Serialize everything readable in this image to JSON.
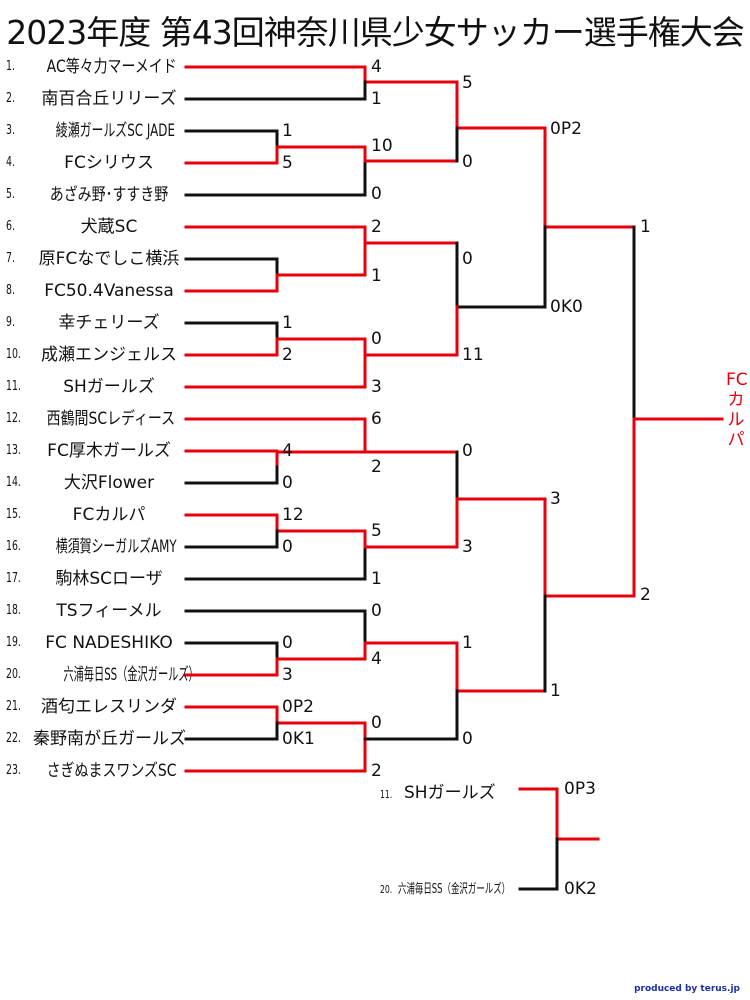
{
  "title": "2023年度 第43回神奈川県少女サッカー選手権大会",
  "teams": [
    {
      "no": "1.",
      "name": "AC等々力マーメイド"
    },
    {
      "no": "2.",
      "name": "南百合丘リリーズ"
    },
    {
      "no": "3.",
      "name": "綾瀬ガールズSC JADE"
    },
    {
      "no": "4.",
      "name": "FCシリウス"
    },
    {
      "no": "5.",
      "name": "あざみ野･すすき野"
    },
    {
      "no": "6.",
      "name": "犬蔵SC"
    },
    {
      "no": "7.",
      "name": "原FCなでしこ横浜"
    },
    {
      "no": "8.",
      "name": "FC50.4Vanessa"
    },
    {
      "no": "9.",
      "name": "幸チェリーズ"
    },
    {
      "no": "10.",
      "name": "成瀬エンジェルス"
    },
    {
      "no": "11.",
      "name": "SHガールズ"
    },
    {
      "no": "12.",
      "name": "西鶴間SCレディース"
    },
    {
      "no": "13.",
      "name": "FC厚木ガールズ"
    },
    {
      "no": "14.",
      "name": "大沢Flower"
    },
    {
      "no": "15.",
      "name": "FCカルパ"
    },
    {
      "no": "16.",
      "name": "横須賀シーガルズAMY"
    },
    {
      "no": "17.",
      "name": "駒林SCローザ"
    },
    {
      "no": "18.",
      "name": "TSフィーメル"
    },
    {
      "no": "19.",
      "name": "FC NADESHIKO"
    },
    {
      "no": "20.",
      "name": "六浦毎日SS（金沢ガールズ）"
    },
    {
      "no": "21.",
      "name": "酒匂エレスリンダ"
    },
    {
      "no": "22.",
      "name": "秦野南が丘ガールズ"
    },
    {
      "no": "23.",
      "name": "さぎぬまスワンズSC"
    }
  ],
  "scores": {
    "r1_3_4": [
      "1",
      "5"
    ],
    "r1_7_8": [
      "",
      ""
    ],
    "r1_9_10": [
      "1",
      "2"
    ],
    "r1_13_14": [
      "4",
      "0"
    ],
    "r1_15_16": [
      "12",
      "0"
    ],
    "r1_19_20": [
      "0",
      "3"
    ],
    "r1_21_22": [
      "0P2",
      "0K1"
    ],
    "r2_1_2": [
      "4",
      "1"
    ],
    "r2_4_5": [
      "10",
      "0"
    ],
    "r2_6_8": [
      "2",
      "1"
    ],
    "r2_10_11": [
      "0",
      "3"
    ],
    "r2_12_13": [
      "6",
      "2"
    ],
    "r2_15_17": [
      "5",
      "1"
    ],
    "r2_18_20": [
      "0",
      "4"
    ],
    "r2_21_23": [
      "0",
      "2"
    ],
    "r3_a": [
      "5",
      "0"
    ],
    "r3_b": [
      "0",
      "11"
    ],
    "r3_c": [
      "0",
      "3"
    ],
    "r3_d": [
      "1",
      "0"
    ],
    "sf_top": [
      "0P2",
      "0K0"
    ],
    "sf_bottom": [
      "3",
      "1"
    ],
    "final": [
      "1",
      "2"
    ]
  },
  "champion": "FCカルパ",
  "third_place": {
    "team_a": {
      "no": "11.",
      "name": "SHガールズ",
      "score": "0P3"
    },
    "team_b": {
      "no": "20.",
      "name": "六浦毎日SS（金沢ガールズ）",
      "score": "0K2"
    }
  },
  "credit": "produced by terus.jp",
  "colors": {
    "winner_line": "#e8000b",
    "loser_line": "#111111"
  }
}
